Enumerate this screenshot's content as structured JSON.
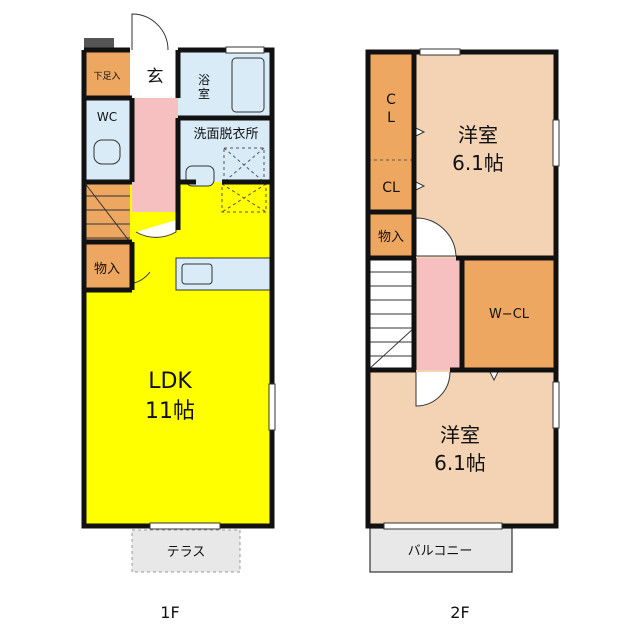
{
  "floor1": {
    "label": "1F",
    "rooms": {
      "genkan": "玄",
      "shoe_storage": "下足入",
      "wc": "WC",
      "bath": "浴室",
      "washroom": "洗面脱衣所",
      "storage": "物入",
      "ldk_name": "LDK",
      "ldk_size": "11帖",
      "terrace": "テラス"
    }
  },
  "floor2": {
    "label": "2F",
    "rooms": {
      "closet_upper": "C\nL",
      "closet_lower": "CL",
      "storage": "物入",
      "walk_in_closet": "W−CL",
      "room_top_name": "洋室",
      "room_top_size": "6.1帖",
      "room_bottom_name": "洋室",
      "room_bottom_size": "6.1帖",
      "balcony": "バルコニー"
    }
  },
  "colors": {
    "ldk": "#ffff00",
    "hallway": "#f6c0c0",
    "wet_area": "#d8ebf7",
    "storage": "#eea760",
    "western_room": "#f3d3b4",
    "outdoor": "#e8e8e8"
  }
}
